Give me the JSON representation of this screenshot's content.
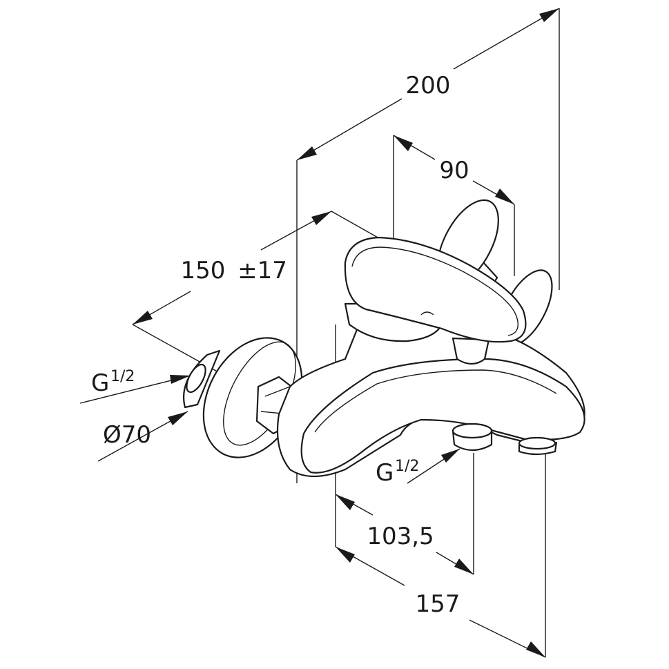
{
  "dimensions": {
    "overall_width": "200",
    "handle_offset": "90",
    "center_distance": "150",
    "center_tolerance": "±17",
    "inlet_thread": "G",
    "inlet_thread_fraction": "1/2",
    "flange_diameter": "Ø70",
    "outlet_thread": "G",
    "outlet_thread_fraction": "1/2",
    "outlet_projection": "103,5",
    "spout_projection": "157"
  },
  "colors": {
    "line": "#1a1a1a",
    "background": "#ffffff"
  }
}
